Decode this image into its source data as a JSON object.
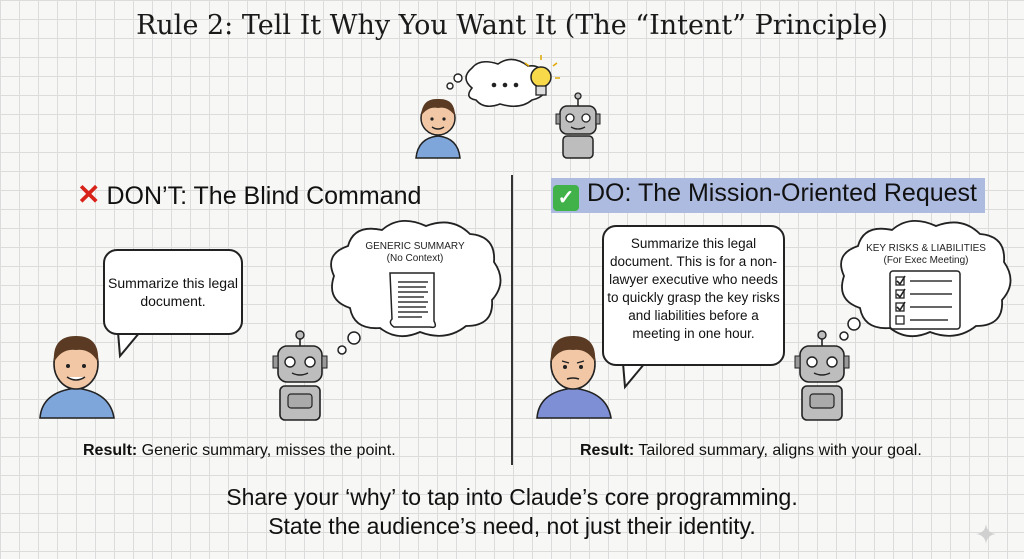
{
  "title": "Rule 2: Tell It Why You Want It (The “Intent” Principle)",
  "left_panel": {
    "heading": "DON’T: The Blind Command",
    "heading_icon": "cross-mark-icon",
    "speech": "Summarize this legal document.",
    "thought_title": "GENERIC SUMMARY",
    "thought_subtitle": "(No Context)",
    "result_label": "Result:",
    "result_text": " Generic summary, misses the point."
  },
  "right_panel": {
    "heading": "DO: The Mission-Oriented Request",
    "heading_icon": "check-mark-icon",
    "heading_highlight": "#aebbe0",
    "speech": "Summarize this legal document. This is for a non-lawyer executive who needs to quickly grasp the key risks and liabilities before a meeting in one hour.",
    "thought_title": "KEY RISKS & LIABILITIES",
    "thought_subtitle": "(For Exec Meeting)",
    "result_label": "Result:",
    "result_text": " Tailored summary, aligns with your goal."
  },
  "footer": {
    "line1": "Share your ‘why’ to tap into Claude’s core programming.",
    "line2": "State the audience’s need, not just their identity."
  },
  "colors": {
    "shirt": "#7ea6db",
    "skin": "#f2c7a5",
    "hair": "#5a3a22",
    "robot": "#bdbdbd",
    "cross": "#d8231a",
    "check": "#41b14a"
  }
}
